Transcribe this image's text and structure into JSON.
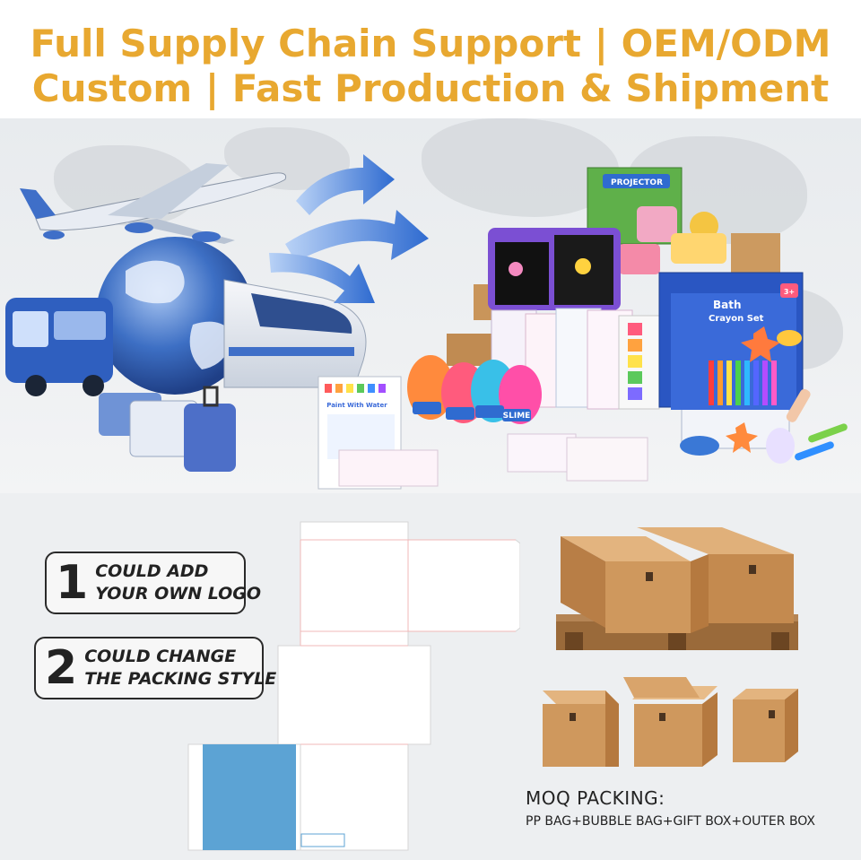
{
  "header": {
    "line1": "Full Supply Chain Support | OEM/ODM",
    "line2": "Custom | Fast Production & Shipment"
  },
  "products": {
    "projector_label": "PROJECTOR",
    "crayon_label_1": "Bath",
    "crayon_label_2": "Crayon Set",
    "crayon_age": "3+",
    "slime_label": "SLIME",
    "paint_label": "Paint With Water"
  },
  "features": [
    {
      "number": "1",
      "line1": "COULD ADD",
      "line2": "YOUR OWN LOGO"
    },
    {
      "number": "2",
      "line1": "COULD CHANGE",
      "line2": "THE PACKING STYLE"
    }
  ],
  "moq": {
    "title": "MOQ PACKING:",
    "description": "PP BAG+BUBBLE BAG+GIFT BOX+OUTER BOX"
  },
  "colors": {
    "header_text": "#e8a830",
    "box_kraft": "#c9955a",
    "arrow_blue": "#3f7fd9",
    "globe_blue": "#3d6fc4"
  }
}
